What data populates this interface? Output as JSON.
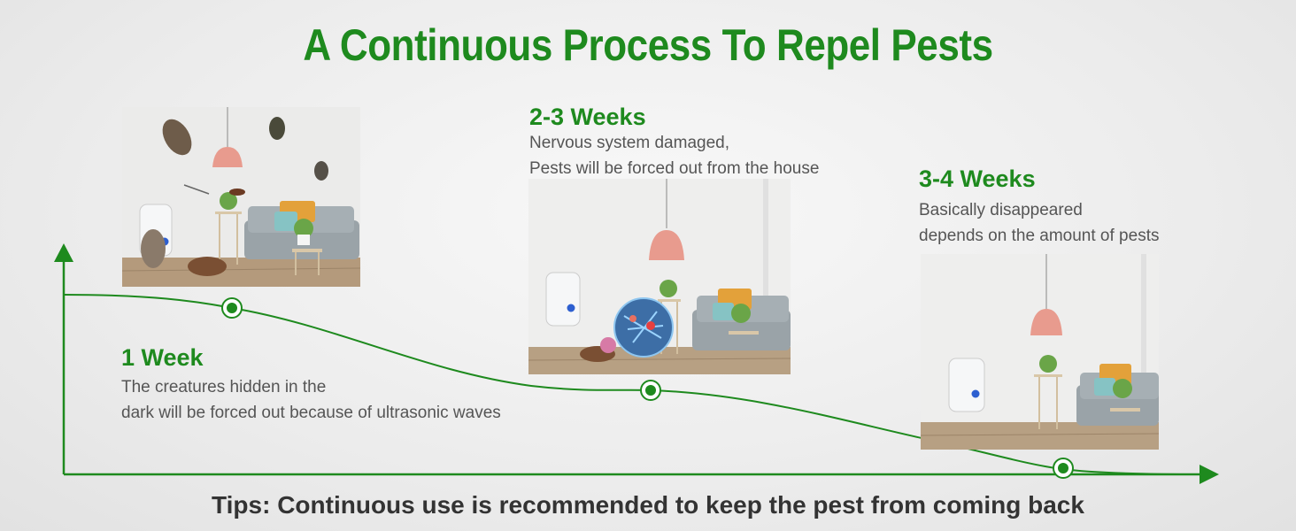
{
  "title": "A Continuous Process To Repel Pests",
  "stages": [
    {
      "title": "1 Week",
      "desc_lines": [
        "The creatures hidden in the",
        "dark will be forced out because of ultrasonic waves"
      ]
    },
    {
      "title": "2-3 Weeks",
      "desc_lines": [
        "Nervous system damaged,",
        "Pests will be forced out from the house"
      ]
    },
    {
      "title": "3-4 Weeks",
      "desc_lines": [
        "Basically disappeared",
        "depends on the amount of pests"
      ]
    }
  ],
  "tips": "Tips: Continuous use is recommended to keep the pest from coming back",
  "colors": {
    "accent": "#1e8a1e",
    "text": "#555555",
    "tips": "#333333"
  },
  "icons": [
    "up-arrow-icon",
    "right-arrow-icon",
    "milestone-dot-icon",
    "repeller-device-icon"
  ]
}
